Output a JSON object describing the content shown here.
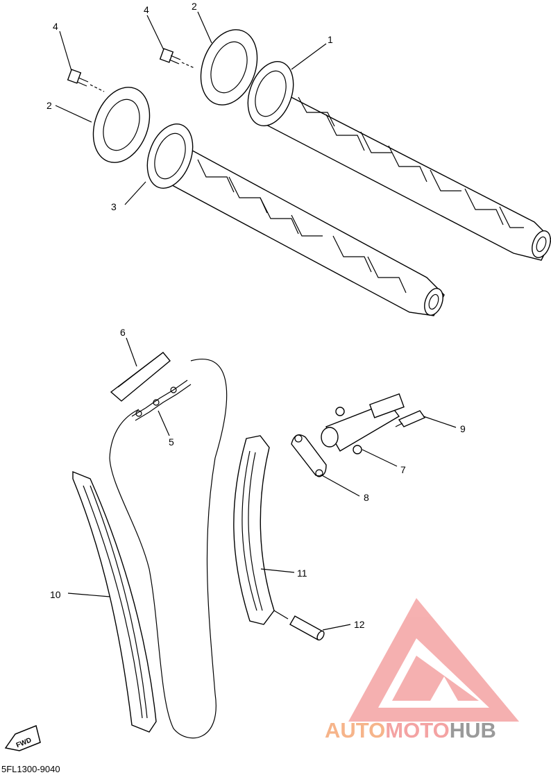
{
  "diagram": {
    "code": "5FL1300-9040",
    "fwd_label": "FWD",
    "callouts": [
      {
        "id": "c1",
        "text": "1"
      },
      {
        "id": "c2a",
        "text": "2"
      },
      {
        "id": "c2b",
        "text": "2"
      },
      {
        "id": "c3",
        "text": "3"
      },
      {
        "id": "c4a",
        "text": "4"
      },
      {
        "id": "c4b",
        "text": "4"
      },
      {
        "id": "c5",
        "text": "5"
      },
      {
        "id": "c6",
        "text": "6"
      },
      {
        "id": "c7",
        "text": "7"
      },
      {
        "id": "c8",
        "text": "8"
      },
      {
        "id": "c9",
        "text": "9"
      },
      {
        "id": "c10",
        "text": "10"
      },
      {
        "id": "c11",
        "text": "11"
      },
      {
        "id": "c12",
        "text": "12"
      }
    ]
  },
  "watermark": {
    "word_part1": "AUTO",
    "word_part2": "MOTO",
    "word_part3": "HUB",
    "colors": {
      "logo": "#f4a3a3",
      "auto": "#f6b48a",
      "moto": "#f4a3a3",
      "hub": "#9a9a9a"
    }
  }
}
